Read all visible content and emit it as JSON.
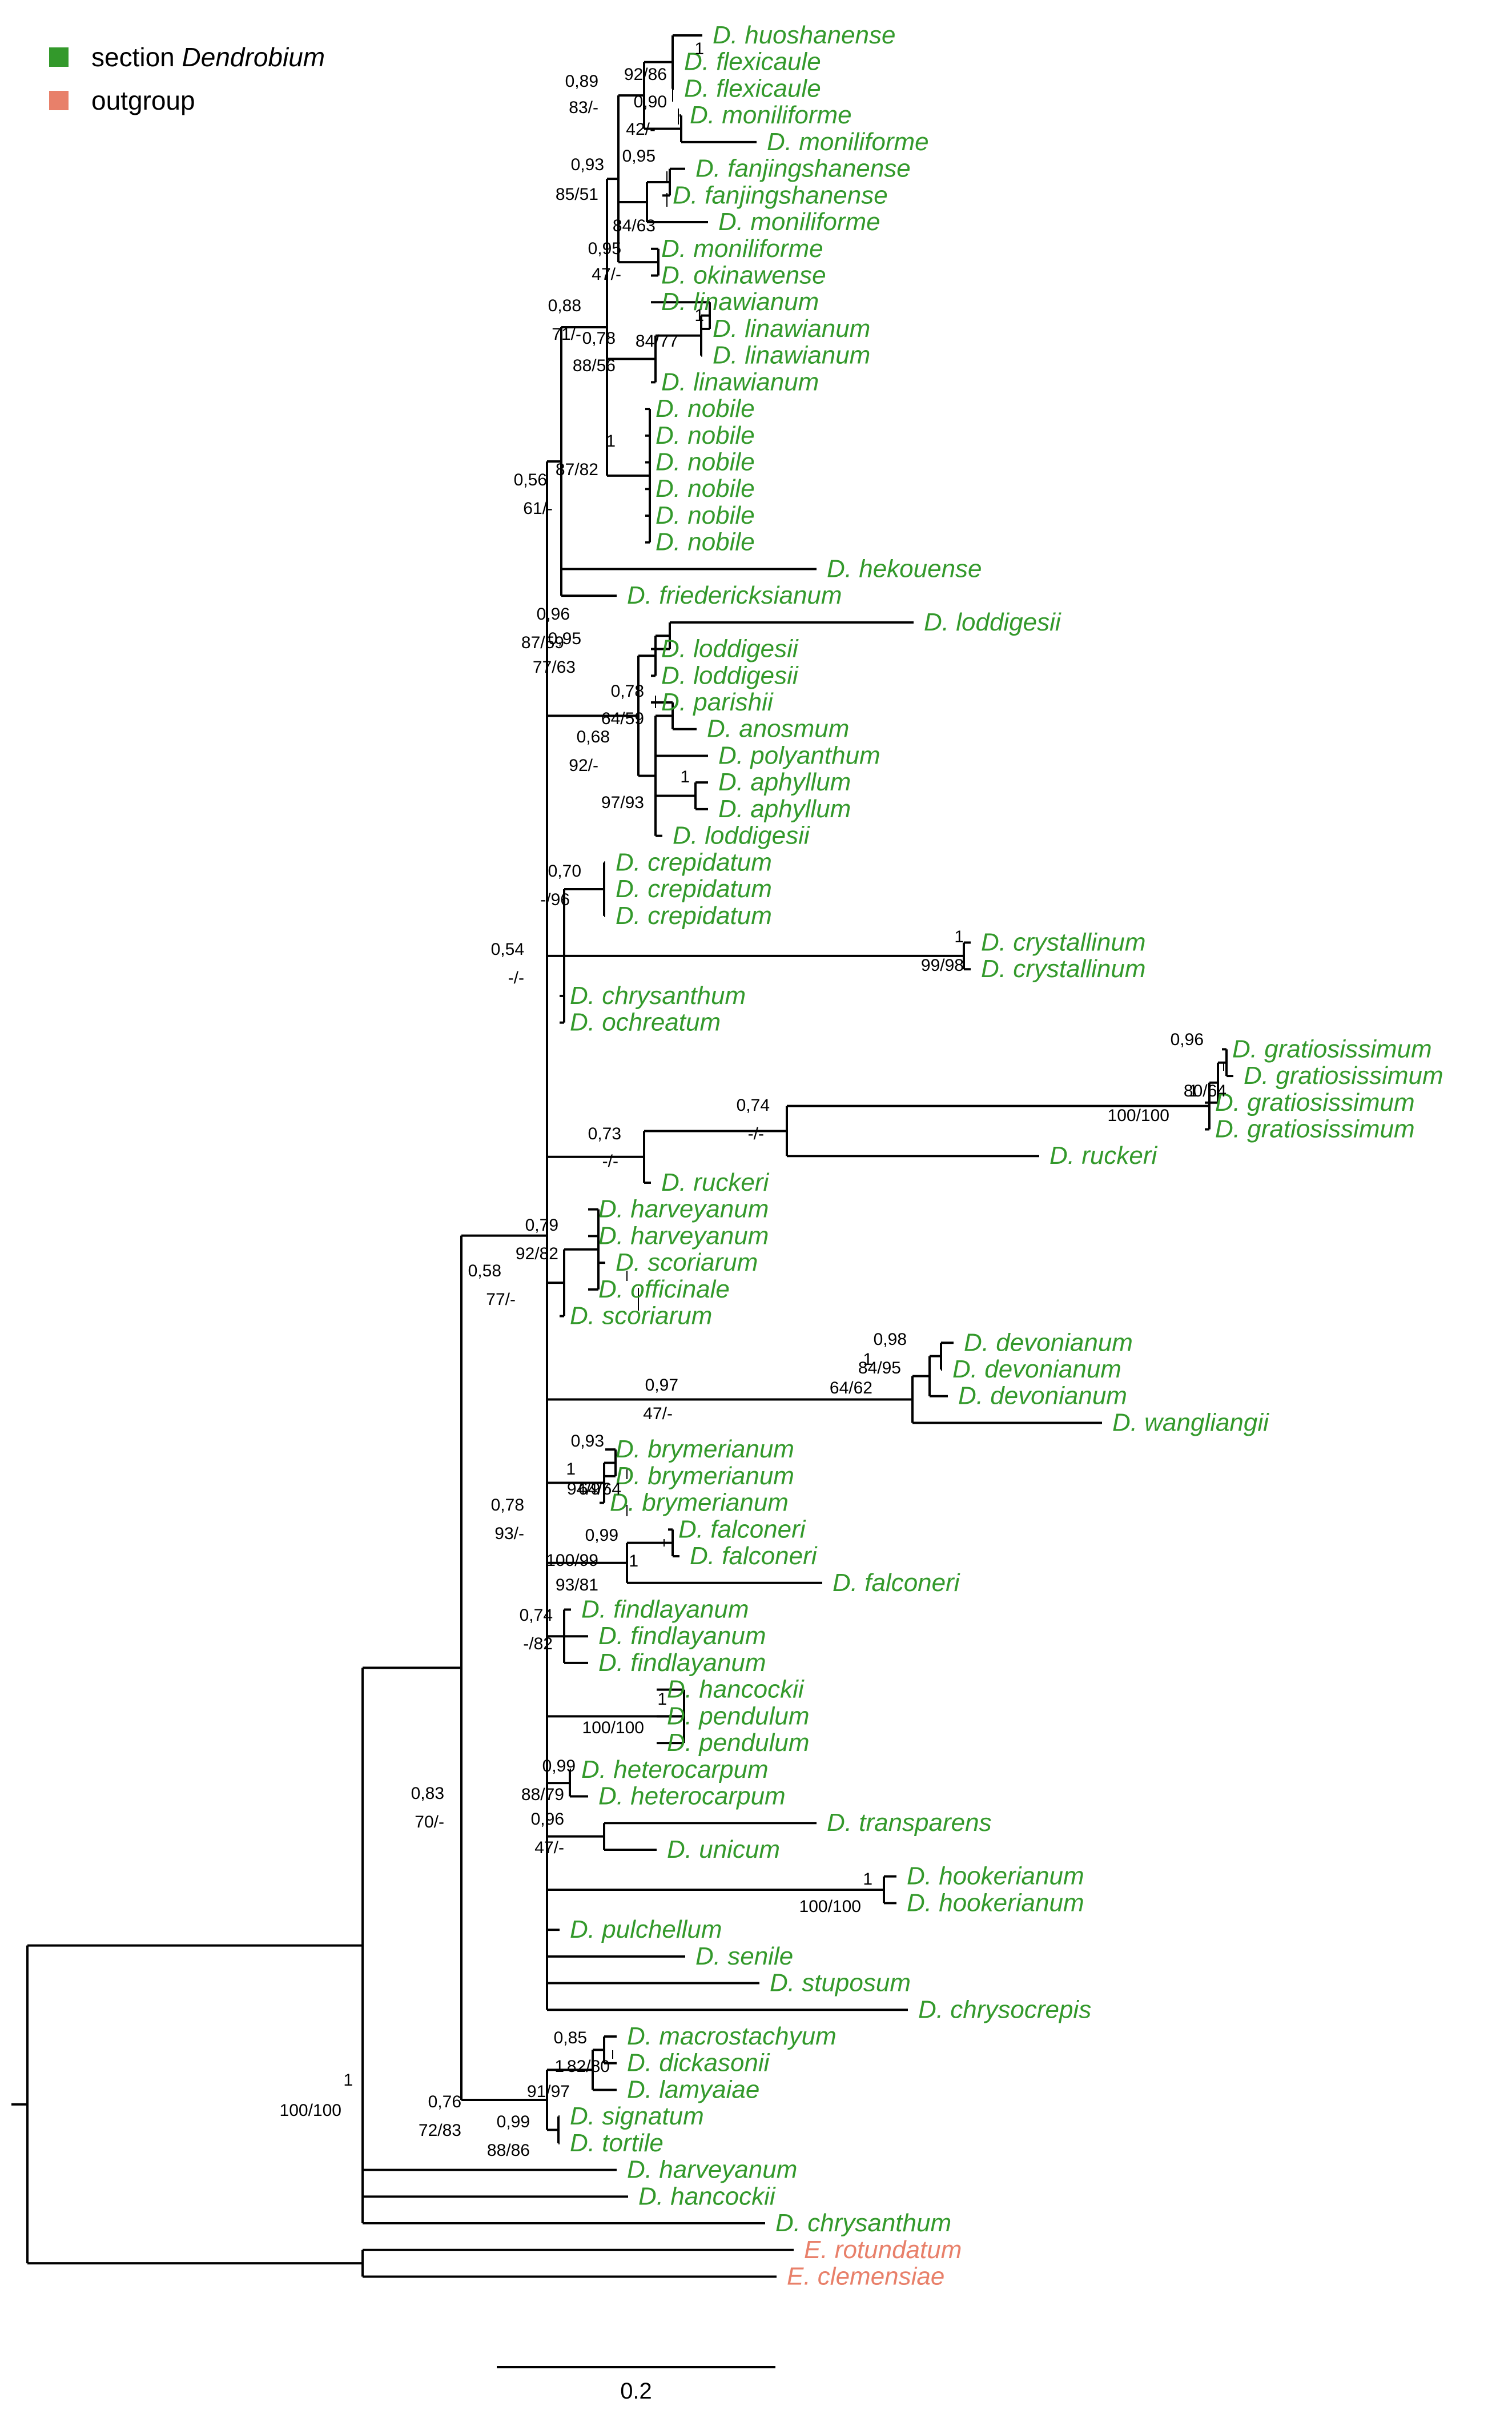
{
  "legend": {
    "items": [
      {
        "prefix": "section",
        "italic": "Dendrobium",
        "color": "#33992b"
      },
      {
        "prefix": "outgroup",
        "italic": "",
        "color": "#e8806a"
      }
    ]
  },
  "colors": {
    "ingroup": "#33992b",
    "outgroup": "#e8806a",
    "branch": "#000000"
  },
  "scale_bar": {
    "label": "0.2"
  },
  "tips": [
    "D. huoshanense",
    "D. flexicaule",
    "D. flexicaule",
    "D. moniliforme",
    "D. moniliforme",
    "D. fanjingshanense",
    "D. fanjingshanense",
    "D. moniliforme",
    "D. moniliforme",
    "D. okinawense",
    "D. linawianum",
    "D. linawianum",
    "D. linawianum",
    "D. linawianum",
    "D. nobile",
    "D. nobile",
    "D. nobile",
    "D. nobile",
    "D. nobile",
    "D. nobile",
    "D. hekouense",
    "D. friedericksianum",
    "D. loddigesii",
    "D. loddigesii",
    "D. loddigesii",
    "D. parishii",
    "D. anosmum",
    "D. polyanthum",
    "D. aphyllum",
    "D. aphyllum",
    "D. loddigesii",
    "D. crepidatum",
    "D. crepidatum",
    "D. crepidatum",
    "D. crystallinum",
    "D. crystallinum",
    "D. chrysanthum",
    "D. ochreatum",
    "D. gratiosissimum",
    "D. gratiosissimum",
    "D. gratiosissimum",
    "D. gratiosissimum",
    "D. ruckeri",
    "D. ruckeri",
    "D. harveyanum",
    "D. harveyanum",
    "D. scoriarum",
    "D. officinale",
    "D. scoriarum",
    "D. devonianum",
    "D. devonianum",
    "D. devonianum",
    "D. wangliangii",
    "D. brymerianum",
    "D. brymerianum",
    "D. brymerianum",
    "D. falconeri",
    "D. falconeri",
    "D. falconeri",
    "D. findlayanum",
    "D. findlayanum",
    "D. findlayanum",
    "D. hancockii",
    "D. pendulum",
    "D. pendulum",
    "D. heterocarpum",
    "D. heterocarpum",
    "D. transparens",
    "D. unicum",
    "D. hookerianum",
    "D. hookerianum",
    "D. pulchellum",
    "D. senile",
    "D. stuposum",
    "D. chrysocrepis",
    "D. macrostachyum",
    "D. dickasonii",
    "D. lamyaiae",
    "D. signatum",
    "D. tortile",
    "D. harveyanum",
    "D. hancockii",
    "D. chrysanthum",
    "E. rotundatum",
    "E. clemensiae"
  ],
  "supports": [
    "1",
    "92/86",
    "0,89",
    "83/-",
    "0,90",
    "42/-",
    "0,93",
    "85/51",
    "0,95",
    "84/63",
    "0,95",
    "47/-",
    "1",
    "84/77",
    "0,78",
    "88/56",
    "1",
    "87/82",
    "0,88",
    "71/-",
    "0,56",
    "61/-",
    "0,96",
    "87/59",
    "0,95",
    "77/63",
    "0,78",
    "64/59",
    "1",
    "97/93",
    "0,68",
    "92/-",
    "0,70",
    "-/96",
    "1",
    "99/98",
    "0,54",
    "-/-",
    "0,96",
    "1",
    "80/64",
    "100/100",
    "0,74",
    "-/-",
    "0,73",
    "-/-",
    "0,79",
    "92/82",
    "0,58",
    "77/-",
    "0,98",
    "84/95",
    "1",
    "64/62",
    "0,97",
    "47/-",
    "0,93",
    "1",
    "64/64",
    "94/97",
    "0,78",
    "93/-",
    "0,99",
    "1",
    "100/99",
    "93/81",
    "0,74",
    "-/82",
    "1",
    "100/100",
    "0,99",
    "88/79",
    "0,96",
    "47/-",
    "1",
    "100/100",
    "0,83",
    "70/-",
    "0,85",
    "1",
    "82/80",
    "91/97",
    "0,76",
    "72/83",
    "0,99",
    "88/86",
    "1",
    "100/100"
  ]
}
